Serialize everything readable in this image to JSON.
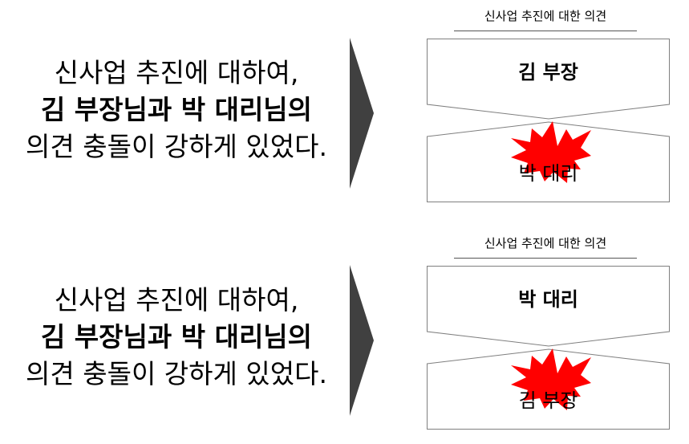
{
  "panels": [
    {
      "statement": {
        "line1": "신사업 추진에 대하여,",
        "line2": "김 부장님과 박 대리님의",
        "line3": "의견 충돌이 강하게 있었다."
      },
      "topic": "신사업 추진에 대한 의견",
      "top_party": "김 부장",
      "bottom_party": "박 대리"
    },
    {
      "statement": {
        "line1": "신사업 추진에 대하여,",
        "line2": "김 부장님과 박 대리님의",
        "line3": "의견 충돌이 강하게 있었다."
      },
      "topic": "신사업 추진에 대한 의견",
      "top_party": "박 대리",
      "bottom_party": "김 부장"
    }
  ],
  "colors": {
    "arrow": "#404040",
    "box_border": "#7f7f7f",
    "clash": "#ff0000",
    "divider": "#555555"
  },
  "icons": {
    "arrow": "chevron-right-icon",
    "clash": "explosion-icon"
  }
}
